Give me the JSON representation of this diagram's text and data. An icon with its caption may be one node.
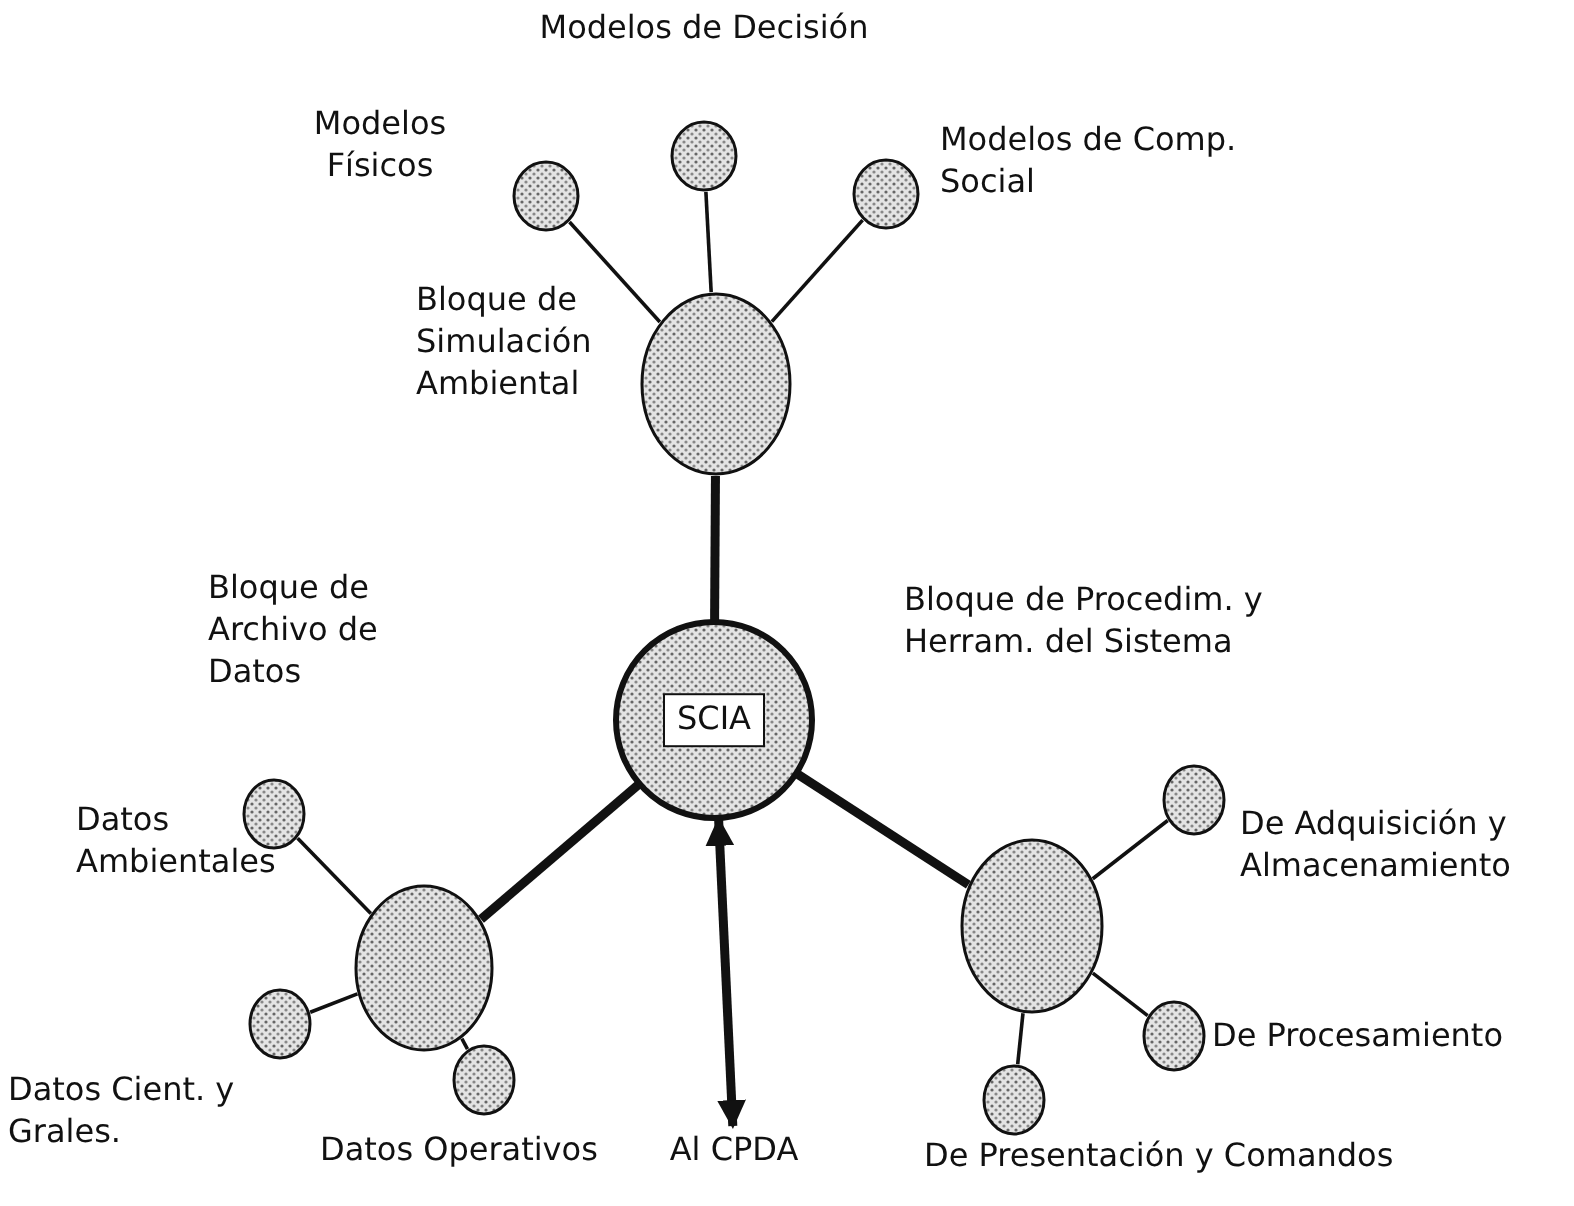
{
  "diagram": {
    "nodes": [
      {
        "text": [],
        "shape": "circle",
        "beside": [
          "Modelos de Decisión"
        ]
      },
      {
        "text": [],
        "shape": "circle",
        "beside": [
          "Modelos Físicos"
        ]
      },
      {
        "text": [],
        "shape": "circle",
        "beside": [
          "Modelos de Comp. Social"
        ]
      },
      {
        "text": [],
        "shape": "circle",
        "beside": [
          "Bloque de Simulación Ambiental"
        ]
      },
      {
        "text": [
          "SCIA"
        ]
      },
      {
        "text": [],
        "shape": "circle"
      },
      {
        "text": [],
        "shape": "circle"
      },
      {
        "text": [],
        "shape": "circle",
        "beside": [
          "Datos Ambientales"
        ]
      },
      {
        "text": [],
        "shape": "circle",
        "beside": [
          "De Adquisición y Almacenamiento"
        ]
      },
      {
        "text": [],
        "shape": "circle",
        "beside": [
          "Datos Cient. y Grales."
        ]
      },
      {
        "text": [],
        "shape": "circle",
        "beside": [
          "De Procesamiento"
        ]
      },
      {
        "text": [],
        "shape": "circle",
        "beside": [
          "Datos Operativos"
        ]
      },
      {
        "text": [
          "Al CPDA"
        ]
      },
      {
        "text": [],
        "shape": "circle",
        "beside": [
          "De Presentación y Comandos"
        ]
      }
    ],
    "edges": [
      {
        "from": 4,
        "to": 3,
        "arrow": "none",
        "style": "thick"
      },
      {
        "from": 4,
        "to": 5,
        "arrow": "none",
        "style": "thick"
      },
      {
        "from": 4,
        "to": 6,
        "arrow": "none",
        "style": "thick"
      },
      {
        "from": 3,
        "to": 0,
        "arrow": "none"
      },
      {
        "from": 3,
        "to": 1,
        "arrow": "none"
      },
      {
        "from": 3,
        "to": 2,
        "arrow": "none"
      },
      {
        "from": 5,
        "to": 7,
        "arrow": "none"
      },
      {
        "from": 5,
        "to": 9,
        "arrow": "none"
      },
      {
        "from": 5,
        "to": 11,
        "arrow": "none"
      },
      {
        "from": 6,
        "to": 8,
        "arrow": "none"
      },
      {
        "from": 6,
        "to": 10,
        "arrow": "none"
      },
      {
        "from": 6,
        "to": 13,
        "arrow": "none"
      },
      {
        "from": 4,
        "to": 12,
        "arrow": "both",
        "style": "thick"
      }
    ],
    "labels": [
      "Bloque de Archivo de Datos",
      "Bloque de Procedim. y Herram. del Sistema"
    ]
  }
}
